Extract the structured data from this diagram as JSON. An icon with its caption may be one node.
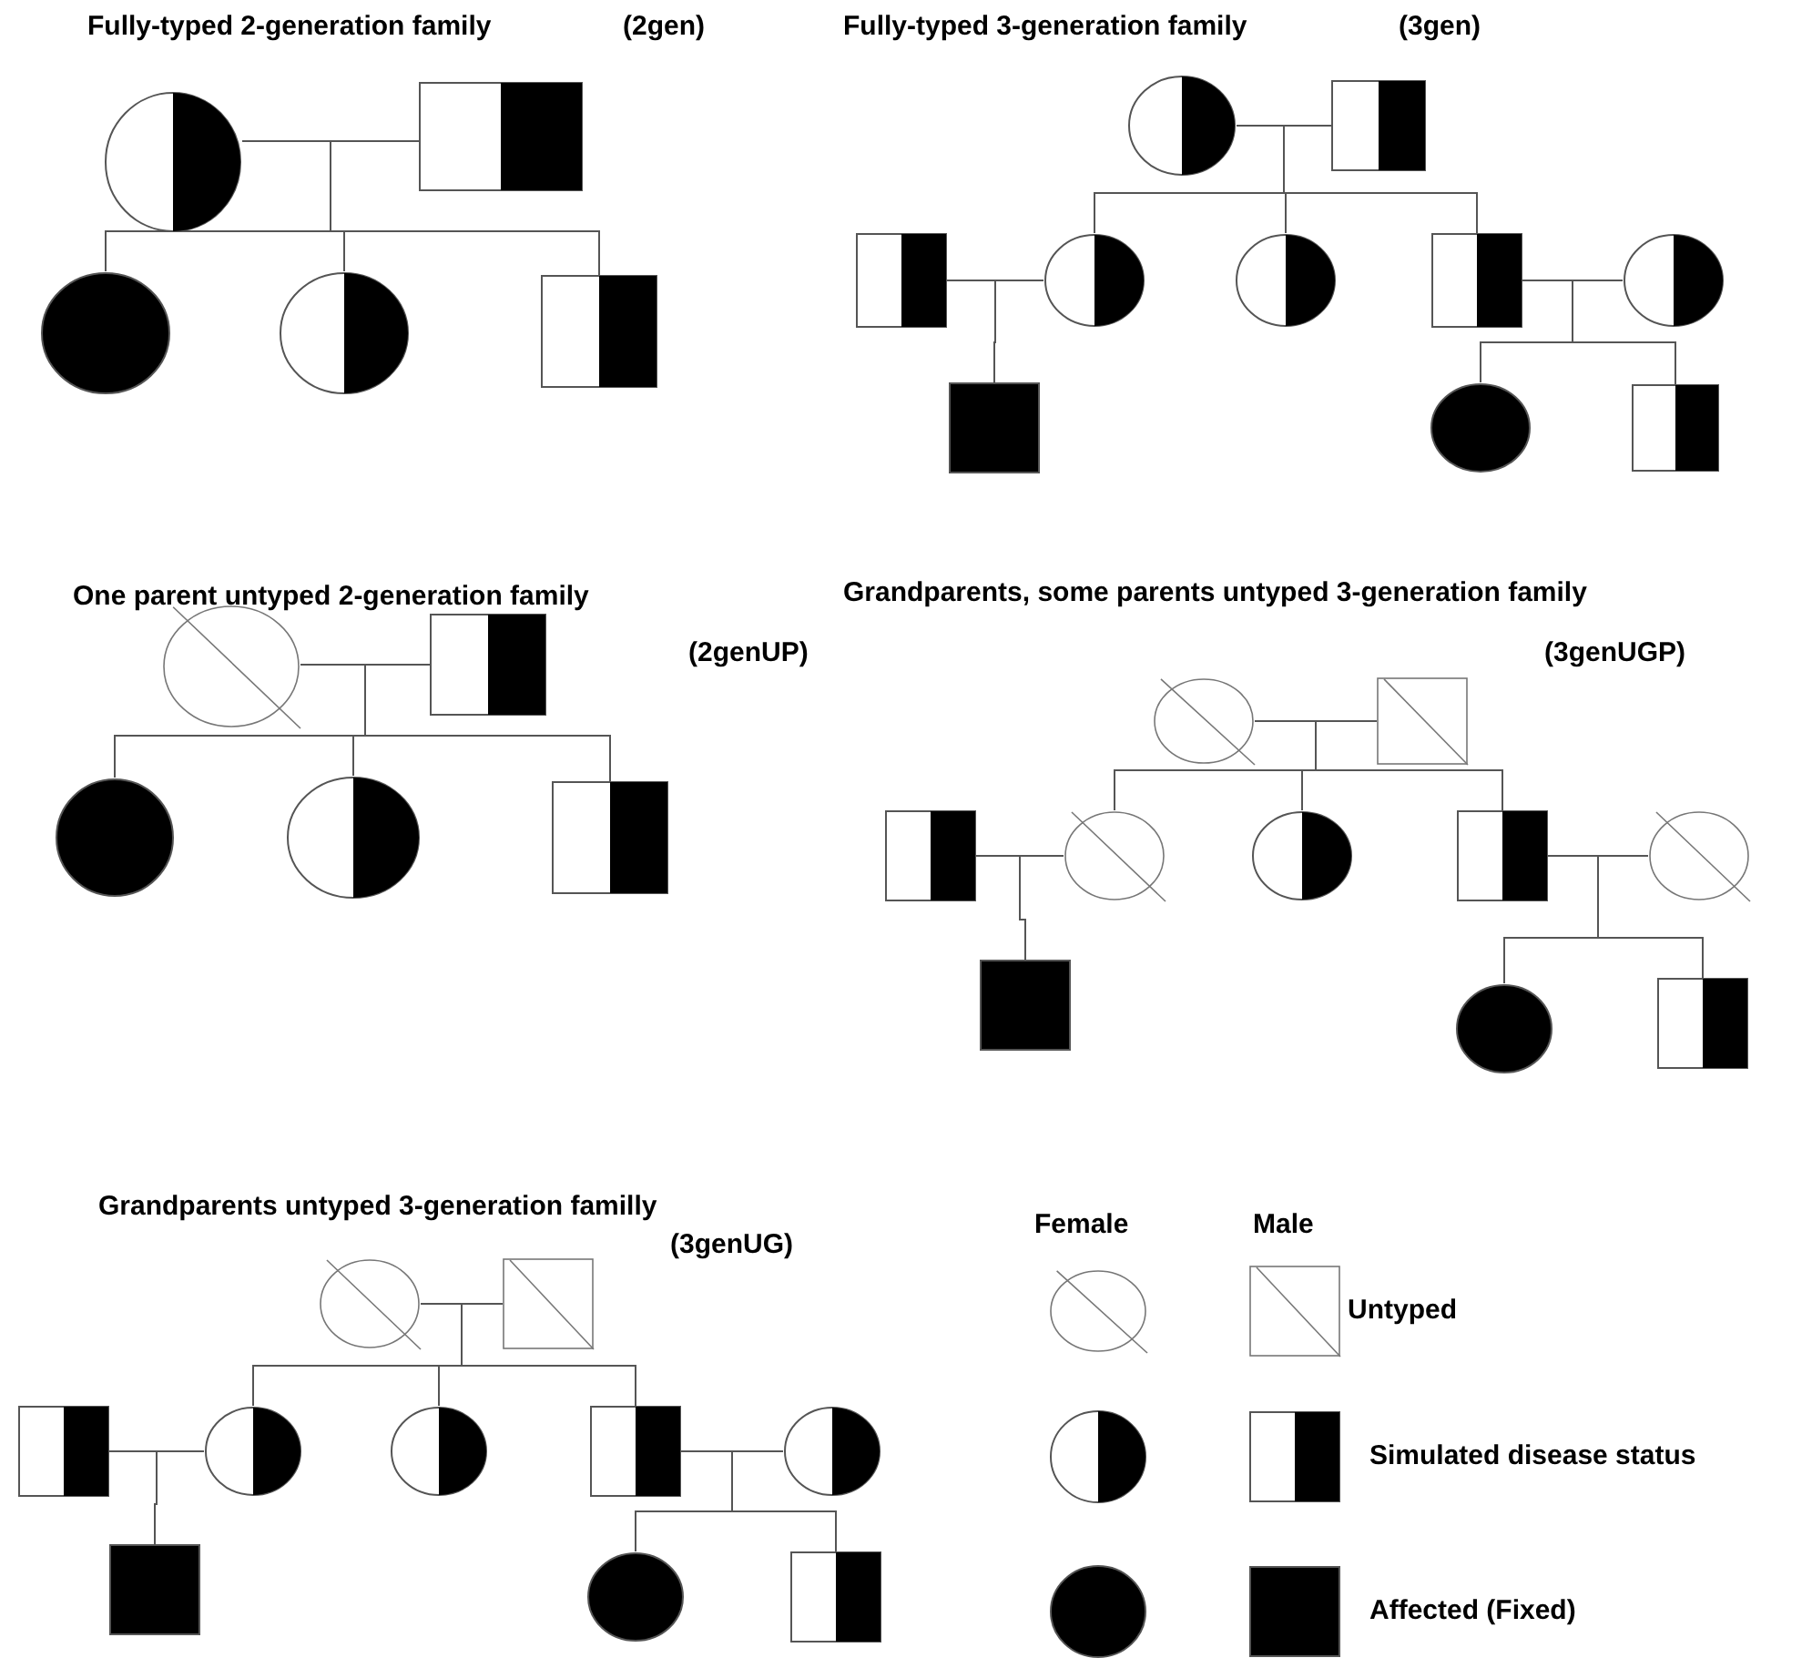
{
  "diagram": {
    "nodes": [
      {
        "text": [],
        "shape": "circle"
      },
      {
        "text": [],
        "shape": "box"
      },
      {
        "text": [],
        "shape": "circle"
      },
      {
        "text": [],
        "shape": "circle"
      },
      {
        "text": [],
        "shape": "box"
      },
      {
        "text": [],
        "shape": "circle"
      },
      {
        "text": [],
        "shape": "box"
      },
      {
        "text": [],
        "shape": "box"
      },
      {
        "text": [],
        "shape": "circle"
      },
      {
        "text": [],
        "shape": "circle"
      },
      {
        "text": [],
        "shape": "box"
      },
      {
        "text": [],
        "shape": "circle"
      },
      {
        "text": [],
        "shape": "box"
      },
      {
        "text": [],
        "shape": "circle"
      },
      {
        "text": [],
        "shape": "box"
      },
      {
        "text": [],
        "shape": "circle"
      },
      {
        "text": [],
        "shape": "box"
      },
      {
        "text": [],
        "shape": "circle"
      },
      {
        "text": [],
        "shape": "circle"
      },
      {
        "text": [],
        "shape": "box"
      },
      {
        "text": [],
        "shape": "circle"
      },
      {
        "text": [],
        "shape": "box"
      },
      {
        "text": [],
        "shape": "box"
      },
      {
        "text": [],
        "shape": "circle"
      },
      {
        "text": [],
        "shape": "circle"
      },
      {
        "text": [],
        "shape": "box"
      },
      {
        "text": [],
        "shape": "circle"
      },
      {
        "text": [],
        "shape": "box"
      },
      {
        "text": [],
        "shape": "circle"
      },
      {
        "text": [],
        "shape": "box"
      },
      {
        "text": [],
        "shape": "circle"
      },
      {
        "text": [],
        "shape": "box"
      },
      {
        "text": [],
        "shape": "box"
      },
      {
        "text": [],
        "shape": "circle"
      },
      {
        "text": [],
        "shape": "circle"
      },
      {
        "text": [],
        "shape": "box"
      },
      {
        "text": [],
        "shape": "circle"
      },
      {
        "text": [],
        "shape": "box"
      },
      {
        "text": [],
        "shape": "circle"
      },
      {
        "text": [],
        "shape": "box"
      }
    ],
    "edges": [
      {
        "from": 0,
        "to": 1,
        "arrow": "none"
      },
      {
        "from": 0,
        "to": 2,
        "arrow": "none"
      },
      {
        "from": 0,
        "to": 3,
        "arrow": "none"
      },
      {
        "from": 0,
        "to": 4,
        "arrow": "none"
      },
      {
        "from": 1,
        "to": 2,
        "arrow": "none"
      },
      {
        "from": 1,
        "to": 3,
        "arrow": "none"
      },
      {
        "from": 1,
        "to": 4,
        "arrow": "none"
      },
      {
        "from": 5,
        "to": 6,
        "arrow": "none"
      },
      {
        "from": 5,
        "to": 8,
        "arrow": "none"
      },
      {
        "from": 5,
        "to": 9,
        "arrow": "none"
      },
      {
        "from": 5,
        "to": 10,
        "arrow": "none"
      },
      {
        "from": 6,
        "to": 8,
        "arrow": "none"
      },
      {
        "from": 6,
        "to": 9,
        "arrow": "none"
      },
      {
        "from": 6,
        "to": 10,
        "arrow": "none"
      },
      {
        "from": 7,
        "to": 8,
        "arrow": "none"
      },
      {
        "from": 7,
        "to": 12,
        "arrow": "none"
      },
      {
        "from": 8,
        "to": 12,
        "arrow": "none"
      },
      {
        "from": 10,
        "to": 11,
        "arrow": "none"
      },
      {
        "from": 10,
        "to": 13,
        "arrow": "none"
      },
      {
        "from": 10,
        "to": 14,
        "arrow": "none"
      },
      {
        "from": 11,
        "to": 13,
        "arrow": "none"
      },
      {
        "from": 11,
        "to": 14,
        "arrow": "none"
      },
      {
        "from": 15,
        "to": 16,
        "arrow": "none"
      },
      {
        "from": 15,
        "to": 17,
        "arrow": "none"
      },
      {
        "from": 15,
        "to": 18,
        "arrow": "none"
      },
      {
        "from": 15,
        "to": 19,
        "arrow": "none"
      },
      {
        "from": 16,
        "to": 17,
        "arrow": "none"
      },
      {
        "from": 16,
        "to": 18,
        "arrow": "none"
      },
      {
        "from": 16,
        "to": 19,
        "arrow": "none"
      },
      {
        "from": 20,
        "to": 21,
        "arrow": "none"
      },
      {
        "from": 20,
        "to": 23,
        "arrow": "none"
      },
      {
        "from": 20,
        "to": 24,
        "arrow": "none"
      },
      {
        "from": 20,
        "to": 25,
        "arrow": "none"
      },
      {
        "from": 21,
        "to": 23,
        "arrow": "none"
      },
      {
        "from": 21,
        "to": 24,
        "arrow": "none"
      },
      {
        "from": 21,
        "to": 25,
        "arrow": "none"
      },
      {
        "from": 22,
        "to": 23,
        "arrow": "none"
      },
      {
        "from": 22,
        "to": 27,
        "arrow": "none"
      },
      {
        "from": 23,
        "to": 27,
        "arrow": "none"
      },
      {
        "from": 25,
        "to": 26,
        "arrow": "none"
      },
      {
        "from": 25,
        "to": 28,
        "arrow": "none"
      },
      {
        "from": 25,
        "to": 29,
        "arrow": "none"
      },
      {
        "from": 26,
        "to": 28,
        "arrow": "none"
      },
      {
        "from": 26,
        "to": 29,
        "arrow": "none"
      },
      {
        "from": 30,
        "to": 31,
        "arrow": "none"
      },
      {
        "from": 30,
        "to": 33,
        "arrow": "none"
      },
      {
        "from": 30,
        "to": 34,
        "arrow": "none"
      },
      {
        "from": 30,
        "to": 35,
        "arrow": "none"
      },
      {
        "from": 31,
        "to": 33,
        "arrow": "none"
      },
      {
        "from": 31,
        "to": 34,
        "arrow": "none"
      },
      {
        "from": 31,
        "to": 35,
        "arrow": "none"
      },
      {
        "from": 32,
        "to": 33,
        "arrow": "none"
      },
      {
        "from": 32,
        "to": 37,
        "arrow": "none"
      },
      {
        "from": 33,
        "to": 37,
        "arrow": "none"
      },
      {
        "from": 35,
        "to": 36,
        "arrow": "none"
      },
      {
        "from": 35,
        "to": 38,
        "arrow": "none"
      },
      {
        "from": 35,
        "to": 39,
        "arrow": "none"
      },
      {
        "from": 36,
        "to": 38,
        "arrow": "none"
      },
      {
        "from": 36,
        "to": 39,
        "arrow": "none"
      }
    ],
    "labels": [
      "Fully-typed 2-generation family",
      "(2gen)",
      "Fully-typed 3-generation family",
      "(3gen)",
      "One parent untyped 2-generation family",
      "Grandparents, some parents untyped 3-generation family",
      "(2genUP)",
      "(3genUGP)",
      "Grandparents untyped 3-generation familly",
      "Female",
      "Male",
      "(3genUG)"
    ],
    "legend": [
      {
        "text": "Untyped"
      },
      {
        "text": "Simulated disease status"
      },
      {
        "text": "Affected (Fixed)"
      }
    ]
  }
}
